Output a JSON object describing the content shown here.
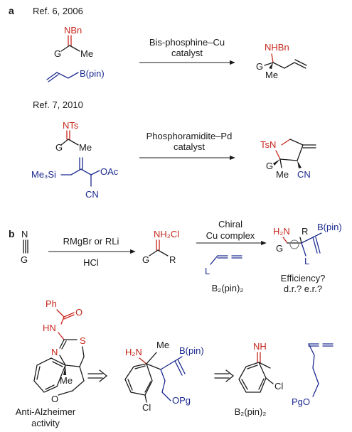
{
  "panel_a": {
    "label": "a",
    "ref1": {
      "citation": "Ref. 6, 2006",
      "imine_n": "NBn",
      "imine_g": "G",
      "imine_me": "Me",
      "boron": "B(pin)",
      "catalyst_line1": "Bis-phosphine–Cu",
      "catalyst_line2": "catalyst",
      "product_nh": "NHBn",
      "product_g": "G",
      "product_me": "Me"
    },
    "ref2": {
      "citation": "Ref. 7, 2010",
      "imine_n": "NTs",
      "imine_g": "G",
      "imine_me": "Me",
      "silyl": "Me₃Si",
      "oac": "OAc",
      "cn": "CN",
      "catalyst_line1": "Phosphoramidite–Pd",
      "catalyst_line2": "catalyst",
      "product_ts": "TsN",
      "product_g": "G",
      "product_me": "Me",
      "product_cn": "CN"
    }
  },
  "panel_b": {
    "label": "b",
    "nitrile_n": "N",
    "nitrile_g": "G",
    "reagent_top": "RMgBr or RLi",
    "reagent_bottom": "HCl",
    "ketimine_nh": "NH₂Cl",
    "ketimine_g": "G",
    "ketimine_r": "R",
    "catalyst_line1": "Chiral",
    "catalyst_line2": "Cu complex",
    "allene_l": "L",
    "diboron": "B₂(pin)₂",
    "product_h2n": "H₂N",
    "product_r": "R",
    "product_g": "G",
    "product_bpin": "B(pin)",
    "product_l": "L",
    "question_line1": "Efficiency?",
    "question_line2": "d.r.? e.r.?"
  },
  "panel_c": {
    "bace_ph": "Ph",
    "bace_o": "O",
    "bace_hn": "HN",
    "bace_n": "N",
    "bace_s": "S",
    "bace_me": "Me",
    "bace_o_ring": "O",
    "caption_line1": "Anti-Alzheimer",
    "caption_line2": "activity",
    "inter_h2n": "H₂N",
    "inter_me": "Me",
    "inter_bpin": "B(pin)",
    "inter_cl": "Cl",
    "inter_opg": "OPg",
    "start_nh": "NH",
    "start_cl": "Cl",
    "start_diboron": "B₂(pin)₂",
    "start_pgo": "PgO"
  },
  "colors": {
    "blue": "#1b2a8f",
    "red": "#c6271c",
    "ink": "#1a1a1a"
  }
}
